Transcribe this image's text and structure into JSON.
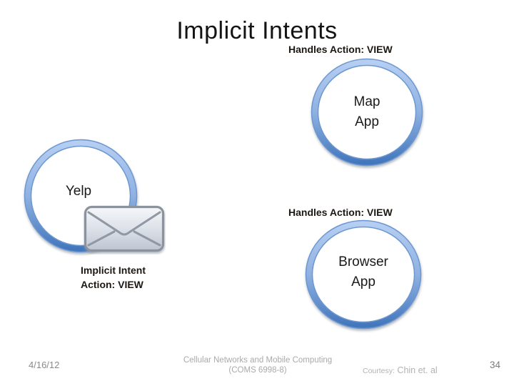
{
  "title": "Implicit Intents",
  "annotations": {
    "handles_top": "Handles Action: VIEW",
    "handles_mid": "Handles Action: VIEW",
    "implicit_intent_line1": "Implicit Intent",
    "implicit_intent_line2": "Action: VIEW"
  },
  "nodes": {
    "map_line1": "Map",
    "map_line2": "App",
    "yelp": "Yelp",
    "browser_line1": "Browser",
    "browser_line2": "App"
  },
  "icons": {
    "envelope": "envelope-icon"
  },
  "footer": {
    "date": "4/16/12",
    "course_line1": "Cellular Networks and Mobile Computing",
    "course_line2": "(COMS 6998-8)",
    "courtesy_prefix": "Courtesy:",
    "courtesy_name": "Chin et. al",
    "page_number": "34"
  },
  "colors": {
    "ring_top": "#b5cef2",
    "ring_mid": "#8fb1e2",
    "ring_bottom": "#4377bd",
    "ring_edge": "#6d97cf",
    "dark_label": "#1d1813",
    "footer_gray": "#8a8a8a",
    "footer_light": "#ababab"
  }
}
